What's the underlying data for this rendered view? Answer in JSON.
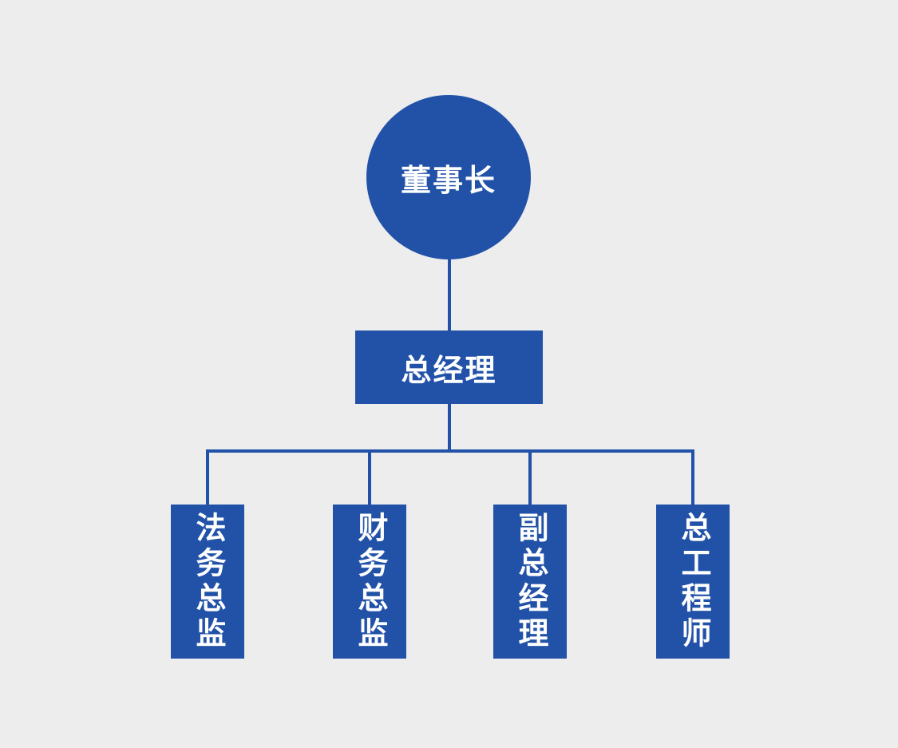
{
  "canvas": {
    "background_color": "#ededee",
    "accent_color": "#2152a8",
    "line_color": "#2152a8",
    "node_text_color": "#ffffff"
  },
  "org_chart": {
    "type": "org-tree",
    "root": {
      "label": "董事长",
      "shape": "circle"
    },
    "level2": {
      "label": "总经理",
      "shape": "rectangle"
    },
    "level3": [
      {
        "label": "法务总监",
        "shape": "vertical-rectangle"
      },
      {
        "label": "财务总监",
        "shape": "vertical-rectangle"
      },
      {
        "label": "副总经理",
        "shape": "vertical-rectangle"
      },
      {
        "label": "总工程师",
        "shape": "vertical-rectangle"
      }
    ]
  }
}
